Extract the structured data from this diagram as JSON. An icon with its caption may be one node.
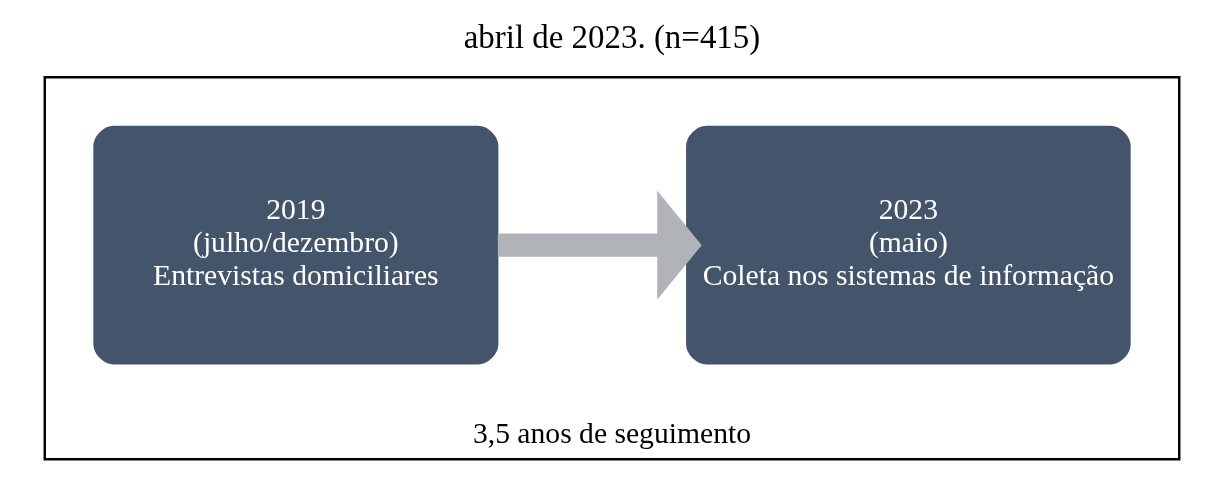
{
  "diagram": {
    "title": "abril de 2023. (n=415)",
    "nodes": [
      {
        "text": [
          "3,5 anos de seguimento"
        ]
      },
      {
        "text": [
          "2019 (julho/dezembro) Entrevistas domiciliares"
        ],
        "in": 0
      },
      {
        "text": [
          "2023 (maio) Coleta nos sistemas de informação"
        ],
        "in": 0
      }
    ],
    "edges": [
      {
        "from": 1,
        "to": 2,
        "arrow": "to"
      }
    ]
  }
}
